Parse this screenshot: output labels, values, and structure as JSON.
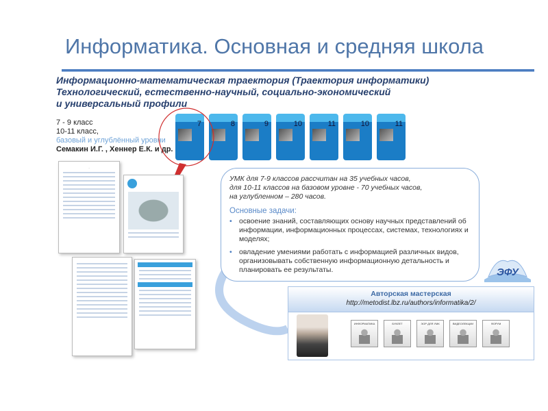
{
  "title": "Информатика. Основная и средняя школа",
  "subtitle": [
    "Информационно-математическая траектория (Траектория информатики)",
    "Технологический, естественно-научный, социально-экономический",
    "и универсальный профили"
  ],
  "left_info": {
    "grade1": "7 - 9 класс",
    "grade2": "10-11 класс,",
    "levels": "базовый и углублённый уровни",
    "authors": "Семакин И.Г. , Хеннер Е.К.",
    "authors_suffix": " и др."
  },
  "books": [
    {
      "grade": "7"
    },
    {
      "grade": "8"
    },
    {
      "grade": "9"
    },
    {
      "grade": "10"
    },
    {
      "grade": "11"
    },
    {
      "grade": "10"
    },
    {
      "grade": "11"
    }
  ],
  "bubble": {
    "lines": [
      "УМК для 7-9 классов рассчитан на 35 учебных часов,",
      "для 10-11 классов на базовом уровне - 70 учебных часов,",
      "на углубленном – 280 часов."
    ],
    "tasks_heading": "Основные задачи:",
    "tasks": [
      "освоение знаний, составляющих основу научных представлений об информации, информационных процессах, системах, технологиях и моделях;",
      "овладение умениями работать с информацией различных видов, организовывать собственную информационную детальность и планировать ее результаты."
    ]
  },
  "logo": "ЭФУ",
  "author_workshop": {
    "title": "Авторская мастерская",
    "url": "http://metodist.lbz.ru/authors/informatika/2/",
    "icons": [
      "ИНФОРМАТИКА",
      "БУКЛЕТ",
      "ЭОР ДЛЯ УМК",
      "ВИДЕОЛЕКЦИИ",
      "ФОРУМ"
    ]
  },
  "colors": {
    "title": "#4f76a8",
    "accent": "#1b7dc6",
    "highlight": "#d03030"
  }
}
